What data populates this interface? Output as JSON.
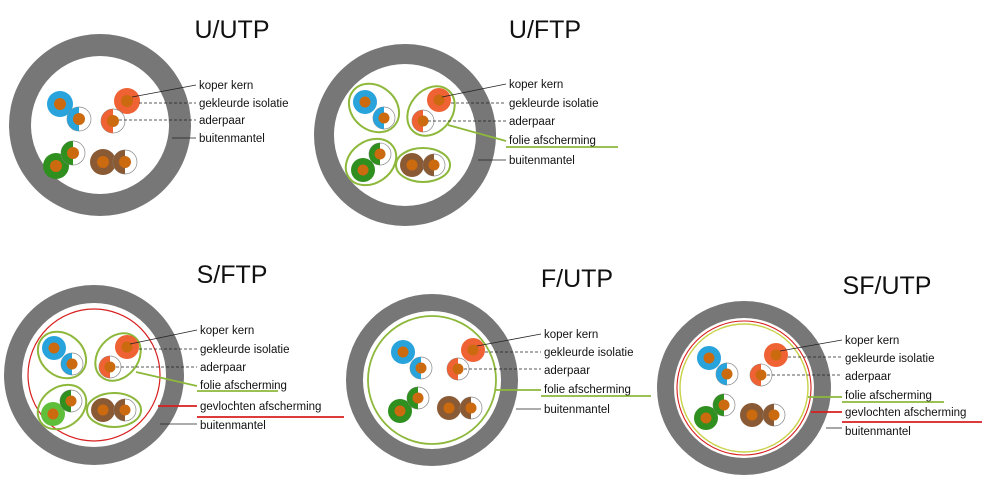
{
  "colors": {
    "jacket": "#777777",
    "foil": "#8db83b",
    "braid": "#d81e1e",
    "copper": "#cc6a10",
    "blue": "#28a3dc",
    "orange": "#ee6234",
    "green": "#2f8f1f",
    "brown": "#8a5a34",
    "white": "#ffffff"
  },
  "cables": [
    {
      "title": "U/UTP",
      "labels": [
        "koper kern",
        "gekleurde isolatie",
        "aderpaar",
        "buitenmantel"
      ]
    },
    {
      "title": "U/FTP",
      "labels": [
        "koper kern",
        "gekleurde isolatie",
        "aderpaar",
        "folie afscherming",
        "buitenmantel"
      ]
    },
    {
      "title": "S/FTP",
      "labels": [
        "koper kern",
        "gekleurde isolatie",
        "aderpaar",
        "folie afscherming",
        "gevlochten afscherming",
        "buitenmantel"
      ]
    },
    {
      "title": "F/UTP",
      "labels": [
        "koper kern",
        "gekleurde isolatie",
        "aderpaar",
        "folie afscherming",
        "buitenmantel"
      ]
    },
    {
      "title": "SF/UTP",
      "labels": [
        "koper kern",
        "gekleurde isolatie",
        "aderpaar",
        "folie afscherming",
        "gevlochten afscherming",
        "buitenmantel"
      ]
    }
  ]
}
